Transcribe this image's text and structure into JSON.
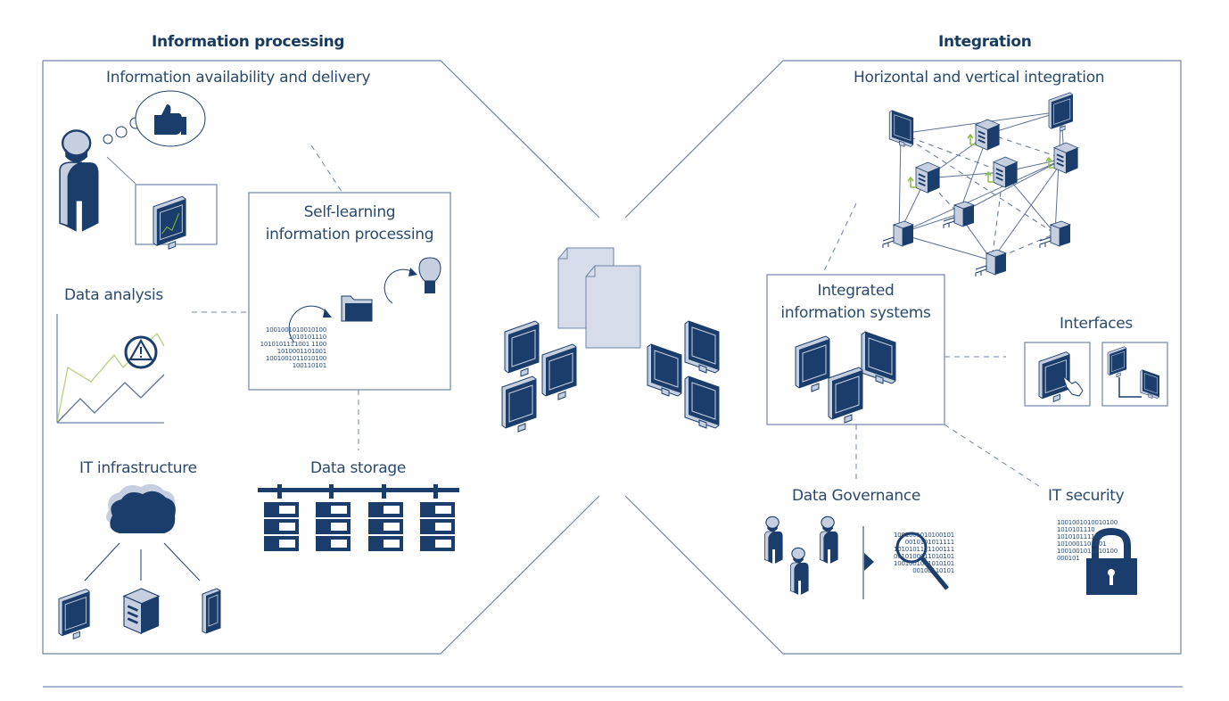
{
  "colors": {
    "navy": "#173a5e",
    "icon_dark": "#1b3d6b",
    "icon_light": "#c5cfe0",
    "line": "#6e84a8",
    "green": "#8bbf3f",
    "page_fill": "#d6dcea"
  },
  "left_section": {
    "header": "Information processing",
    "items": {
      "availability": "Information availability and delivery",
      "self_learning_line1": "Self-learning",
      "self_learning_line2": "information processing",
      "data_analysis": "Data analysis",
      "it_infrastructure": "IT infrastructure",
      "data_storage": "Data storage"
    },
    "binary_text": "1001001010010100\n1010101110\n1010101111001 1100\n1010001101001\n1001001011010100\n100110101"
  },
  "right_section": {
    "header": "Integration",
    "items": {
      "horizontal_vertical": "Horizontal and vertical integration",
      "integrated_line1": "Integrated",
      "integrated_line2": "information systems",
      "interfaces": "Interfaces",
      "data_governance": "Data Governance",
      "it_security": "IT security"
    },
    "governance_binary": "1001001010100101\n0010101011111\n1010101111100111\n0010100011010101\n1001001011010101\n00100110101",
    "security_binary": "1001001010010100\n1010101110\n101010111100\n1010001101001\n1001001011010100\n000101"
  },
  "icons": {
    "user": "person-icon",
    "thumbs_up": "thumbs-up-icon",
    "monitor": "monitor-icon",
    "warning": "warning-icon",
    "cloud": "cloud-icon",
    "server": "server-icon",
    "tablet": "tablet-icon",
    "folder": "folder-icon",
    "bulb": "lightbulb-icon",
    "document": "document-icon",
    "magnifier": "magnifier-icon",
    "lock": "padlock-icon",
    "hand": "hand-pointer-icon",
    "printer": "machine-icon"
  }
}
